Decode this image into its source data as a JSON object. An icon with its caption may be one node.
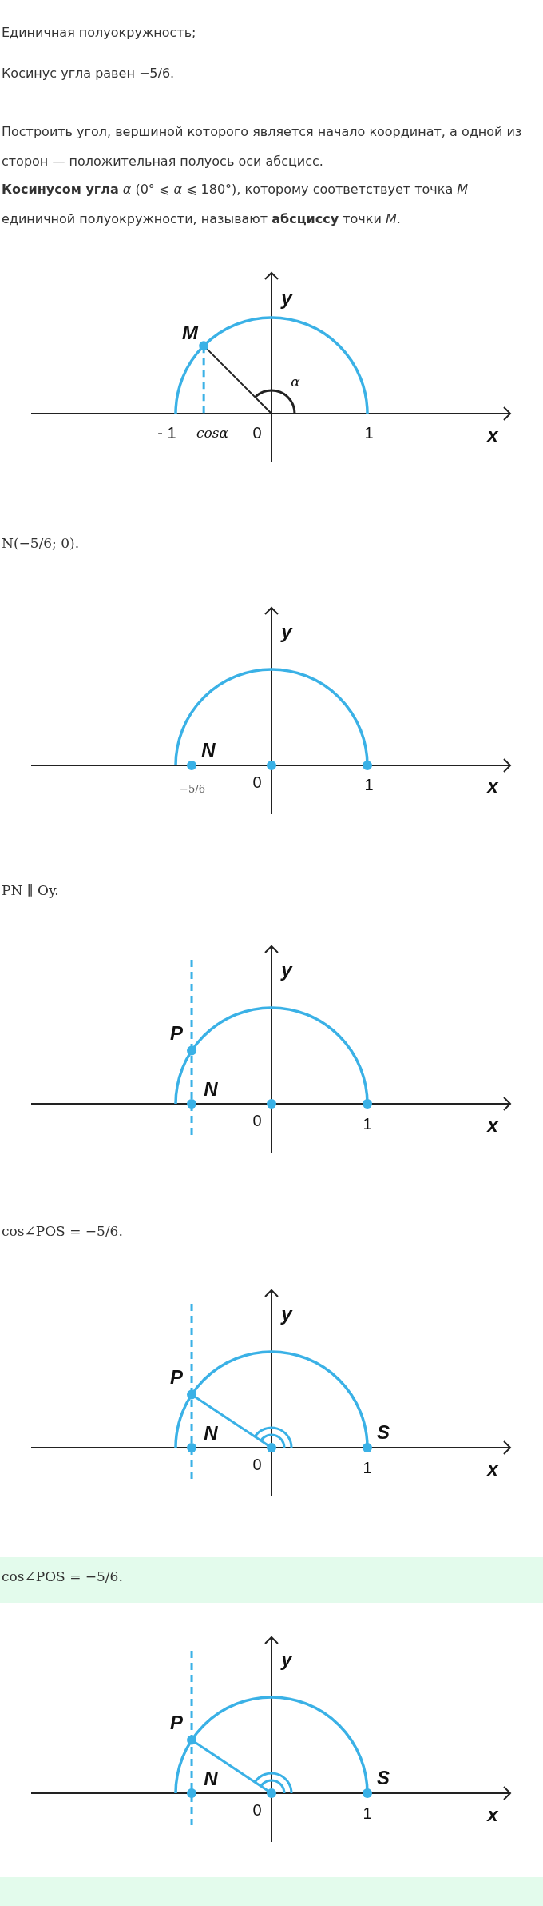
{
  "diagram": {
    "nodes": [
      {
        "text": [
          "cos∠POS = −5/6."
        ]
      },
      {
        "text": [],
        "shape": "bar"
      }
    ],
    "labels": [
      "Единичная полуокружность;",
      "Косинус угла равен −5/6.",
      "Построить угол, вершиной которого является начало координат, а одной из сторон — положительная полуось оси абсцисс.",
      "**Косинусом угла** *α* (0° ⩽ *α* ⩽ 180°), которому соответствует точка *M* единичной полуокружности, называют **абсциссу** точки *M*.",
      "y",
      "M",
      "α",
      "- 1",
      "cosα",
      "0",
      "1",
      "x",
      "N(−5/6; 0).",
      "y",
      "N",
      "−5/6",
      "0",
      "1",
      "x",
      "PN ∥ Oy.",
      "y",
      "P",
      "N",
      "0",
      "1",
      "x",
      "cos∠POS = −5/6.",
      "y",
      "P",
      "N",
      "S",
      "0",
      "1",
      "x",
      "y",
      "P",
      "N",
      "S",
      "0",
      "1",
      "x"
    ]
  }
}
